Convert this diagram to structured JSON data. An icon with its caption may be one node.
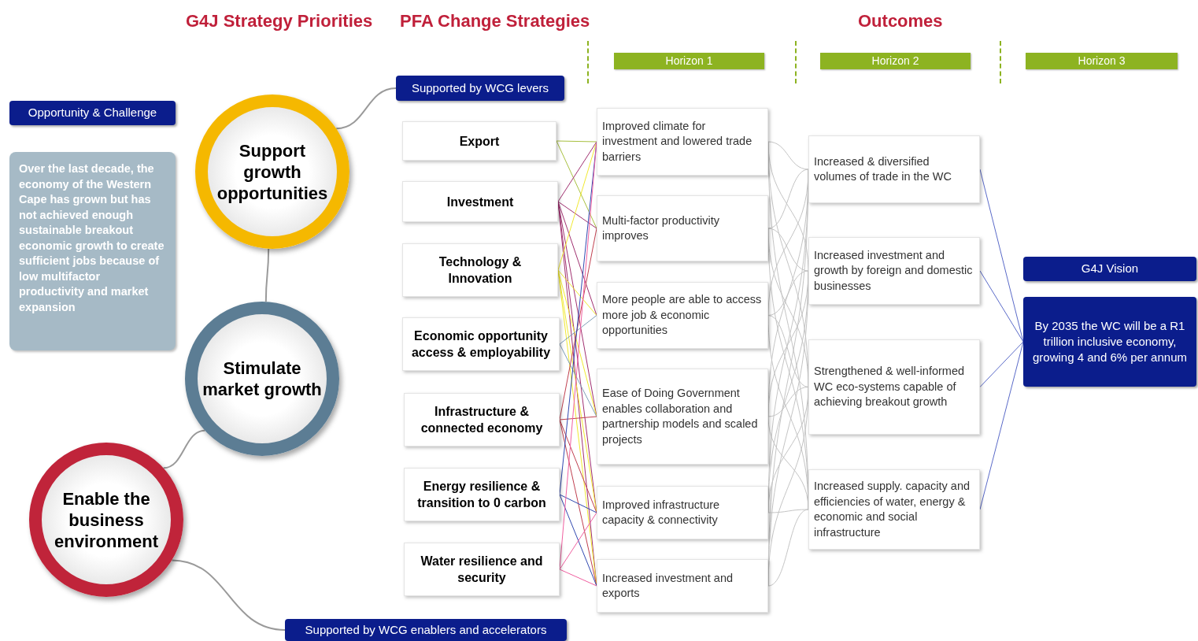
{
  "diagram": {
    "nodes": [
      {
        "text": [
          "Opportunity & Challenge"
        ]
      },
      {
        "text": [
          "Over the last decade, the economy of the Western Cape has grown but has not achieved enough sustainable breakout economic growth to create sufficient jobs because of low multifactor productivity and market expansion"
        ]
      },
      {
        "text": [
          "Support growth opportunities"
        ]
      },
      {
        "text": [
          "Stimulate market growth"
        ]
      },
      {
        "text": [
          "Enable the business environment"
        ]
      },
      {
        "text": [
          "Supported by WCG levers"
        ]
      },
      {
        "text": [
          "Supported by WCG enablers and accelerators"
        ]
      },
      {
        "text": [
          "Export"
        ]
      },
      {
        "text": [
          "Investment"
        ]
      },
      {
        "text": [
          "Technology & Innovation"
        ]
      },
      {
        "text": [
          "Economic opportunity access & employability"
        ]
      },
      {
        "text": [
          "Infrastructure & connected economy"
        ]
      },
      {
        "text": [
          "Energy resilience & transition to 0 carbon"
        ]
      },
      {
        "text": [
          "Water resilience and security"
        ]
      },
      {
        "text": [
          "Horizon 1"
        ]
      },
      {
        "text": [
          "Horizon 2"
        ]
      },
      {
        "text": [
          "Horizon 3"
        ]
      },
      {
        "text": [
          "Improved climate for investment and lowered trade barriers"
        ]
      },
      {
        "text": [
          "Multi-factor productivity improves"
        ]
      },
      {
        "text": [
          "More people are able to access more job & economic opportunities"
        ]
      },
      {
        "text": [
          "Ease of Doing Government enables collaboration and partnership models and scaled projects"
        ]
      },
      {
        "text": [
          "Improved infrastructure capacity & connectivity"
        ]
      },
      {
        "text": [
          "Increased investment and exports"
        ]
      },
      {
        "text": [
          "Increased & diversified volumes of trade in the WC"
        ]
      },
      {
        "text": [
          "Increased investment and growth by foreign and domestic businesses"
        ]
      },
      {
        "text": [
          "Strengthened & well-informed WC eco-systems capable of achieving breakout growth"
        ]
      },
      {
        "text": [
          "Increased supply. capacity and efficiencies of water, energy & economic and social infrastructure"
        ]
      },
      {
        "text": [
          "G4J Vision"
        ]
      },
      {
        "text": [
          "By 2035 the WC will be a R1 trillion inclusive economy, growing 4 and 6% per annum"
        ]
      }
    ],
    "edges": [
      {
        "from": 2,
        "to": 5,
        "arrow": "none"
      },
      {
        "from": 2,
        "to": 3,
        "arrow": "none"
      },
      {
        "from": 3,
        "to": 4,
        "arrow": "none"
      },
      {
        "from": 4,
        "to": 6,
        "arrow": "none"
      },
      {
        "from": 7,
        "to": 17,
        "arrow": "none",
        "color": "#a8c040"
      },
      {
        "from": 7,
        "to": 18,
        "arrow": "none",
        "color": "#a8c040"
      },
      {
        "from": 8,
        "to": 17,
        "arrow": "none",
        "color": "#a03070"
      },
      {
        "from": 8,
        "to": 18,
        "arrow": "none",
        "color": "#a03070"
      },
      {
        "from": 8,
        "to": 19,
        "arrow": "none",
        "color": "#a03070"
      },
      {
        "from": 8,
        "to": 20,
        "arrow": "none",
        "color": "#a03070"
      },
      {
        "from": 8,
        "to": 21,
        "arrow": "none",
        "color": "#a03070"
      },
      {
        "from": 8,
        "to": 22,
        "arrow": "none",
        "color": "#a03070"
      },
      {
        "from": 9,
        "to": 17,
        "arrow": "none",
        "color": "#f0e830"
      },
      {
        "from": 9,
        "to": 19,
        "arrow": "none",
        "color": "#f0e830"
      },
      {
        "from": 9,
        "to": 20,
        "arrow": "none",
        "color": "#f0e830"
      },
      {
        "from": 9,
        "to": 21,
        "arrow": "none",
        "color": "#f0e830"
      },
      {
        "from": 9,
        "to": 22,
        "arrow": "none",
        "color": "#f0e830"
      },
      {
        "from": 10,
        "to": 19,
        "arrow": "none",
        "color": "#7f9fb8"
      },
      {
        "from": 10,
        "to": 20,
        "arrow": "none",
        "color": "#7f9fb8"
      },
      {
        "from": 11,
        "to": 18,
        "arrow": "none",
        "color": "#c04050"
      },
      {
        "from": 11,
        "to": 20,
        "arrow": "none",
        "color": "#c04050"
      },
      {
        "from": 11,
        "to": 21,
        "arrow": "none",
        "color": "#c04050"
      },
      {
        "from": 11,
        "to": 22,
        "arrow": "none",
        "color": "#c04050"
      },
      {
        "from": 12,
        "to": 17,
        "arrow": "none",
        "color": "#3048b0"
      },
      {
        "from": 12,
        "to": 21,
        "arrow": "none",
        "color": "#3048b0"
      },
      {
        "from": 12,
        "to": 22,
        "arrow": "none",
        "color": "#3048b0"
      },
      {
        "from": 13,
        "to": 17,
        "arrow": "none",
        "color": "#f060a0"
      },
      {
        "from": 13,
        "to": 21,
        "arrow": "none",
        "color": "#f060a0"
      },
      {
        "from": 13,
        "to": 22,
        "arrow": "none",
        "color": "#f060a0"
      },
      {
        "from": 17,
        "to": 23,
        "arrow": "none"
      },
      {
        "from": 17,
        "to": 24,
        "arrow": "none"
      },
      {
        "from": 17,
        "to": 25,
        "arrow": "none"
      },
      {
        "from": 17,
        "to": 26,
        "arrow": "none"
      },
      {
        "from": 18,
        "to": 23,
        "arrow": "none"
      },
      {
        "from": 18,
        "to": 24,
        "arrow": "none"
      },
      {
        "from": 18,
        "to": 25,
        "arrow": "none"
      },
      {
        "from": 18,
        "to": 26,
        "arrow": "none"
      },
      {
        "from": 19,
        "to": 23,
        "arrow": "none"
      },
      {
        "from": 19,
        "to": 24,
        "arrow": "none"
      },
      {
        "from": 19,
        "to": 25,
        "arrow": "none"
      },
      {
        "from": 19,
        "to": 26,
        "arrow": "none"
      },
      {
        "from": 20,
        "to": 23,
        "arrow": "none"
      },
      {
        "from": 20,
        "to": 24,
        "arrow": "none"
      },
      {
        "from": 20,
        "to": 25,
        "arrow": "none"
      },
      {
        "from": 20,
        "to": 26,
        "arrow": "none"
      },
      {
        "from": 21,
        "to": 23,
        "arrow": "none"
      },
      {
        "from": 21,
        "to": 24,
        "arrow": "none"
      },
      {
        "from": 21,
        "to": 25,
        "arrow": "none"
      },
      {
        "from": 21,
        "to": 26,
        "arrow": "none"
      },
      {
        "from": 22,
        "to": 23,
        "arrow": "none"
      },
      {
        "from": 22,
        "to": 24,
        "arrow": "none"
      },
      {
        "from": 22,
        "to": 25,
        "arrow": "none"
      },
      {
        "from": 22,
        "to": 26,
        "arrow": "none"
      },
      {
        "from": 23,
        "to": 28,
        "arrow": "none",
        "color": "#5a6ac8"
      },
      {
        "from": 24,
        "to": 28,
        "arrow": "none",
        "color": "#5a6ac8"
      },
      {
        "from": 25,
        "to": 28,
        "arrow": "none",
        "color": "#5a6ac8"
      },
      {
        "from": 26,
        "to": 28,
        "arrow": "none",
        "color": "#5a6ac8"
      }
    ],
    "labels": [
      "G4J Strategy Priorities",
      "PFA Change Strategies",
      "Outcomes"
    ]
  }
}
